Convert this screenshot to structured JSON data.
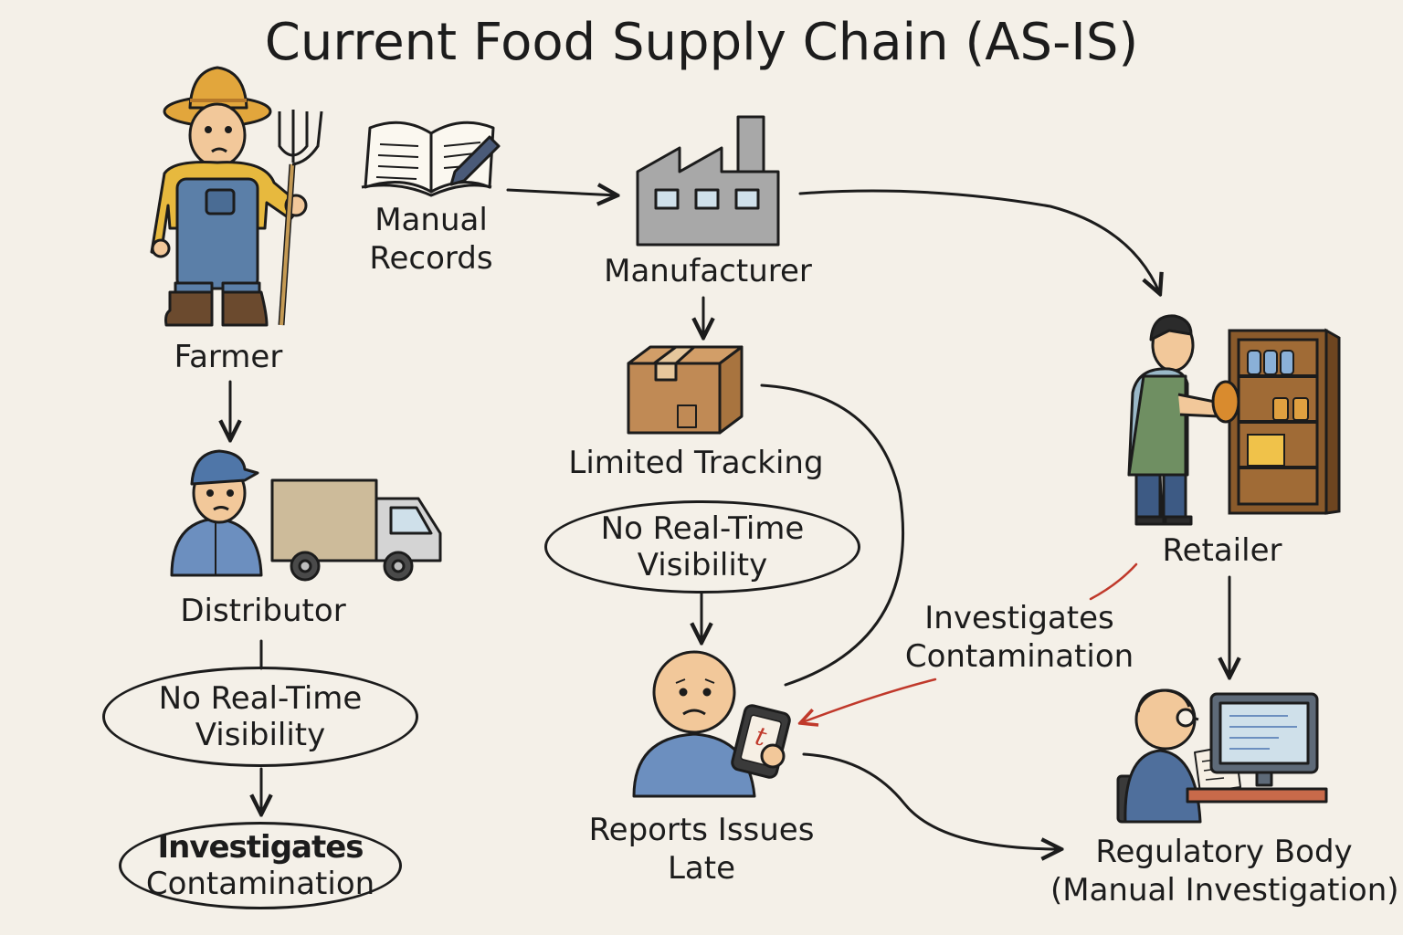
{
  "title": "Current Food Supply Chain (AS-IS)",
  "nodes": {
    "farmer": "Farmer",
    "manual_records": [
      "Manual",
      "Records"
    ],
    "manufacturer": "Manufacturer",
    "limited_tracking": "Limited Tracking",
    "retailer": "Retailer",
    "distributor": "Distributor",
    "consumer": [
      "Reports Issues",
      "Late"
    ],
    "regulator": [
      "Regulatory Body",
      "(Manual Investigation)"
    ]
  },
  "callouts": {
    "left_visibility": [
      "No Real-Time",
      "Visibility"
    ],
    "left_investigates": [
      "Investigates",
      "Contamination"
    ],
    "center_visibility": [
      "No Real-Time",
      "Visibility"
    ],
    "retailer_investigates": [
      "Investigates",
      "Contamination"
    ]
  },
  "phone_glyph": "t",
  "colors": {
    "background": "#f4f0e8",
    "ink": "#1c1c1c",
    "red_arrow": "#c0392b",
    "overall_blue": "#5b7fa8",
    "shirt_yellow": "#e7b93e",
    "factory_gray": "#a8a8a8",
    "box_brown": "#c08a55",
    "shelf_brown": "#8a5a2b",
    "apron_green": "#6f8f62",
    "skin": "#f2c89a"
  },
  "icons": [
    "farmer-figure",
    "pitchfork-icon",
    "open-book-icon",
    "factory-icon",
    "cardboard-box-icon",
    "shopkeeper-figure",
    "shelf-icon",
    "distributor-figure",
    "truck-icon",
    "worried-consumer-figure",
    "phone-icon",
    "regulator-figure",
    "computer-monitor-icon"
  ]
}
